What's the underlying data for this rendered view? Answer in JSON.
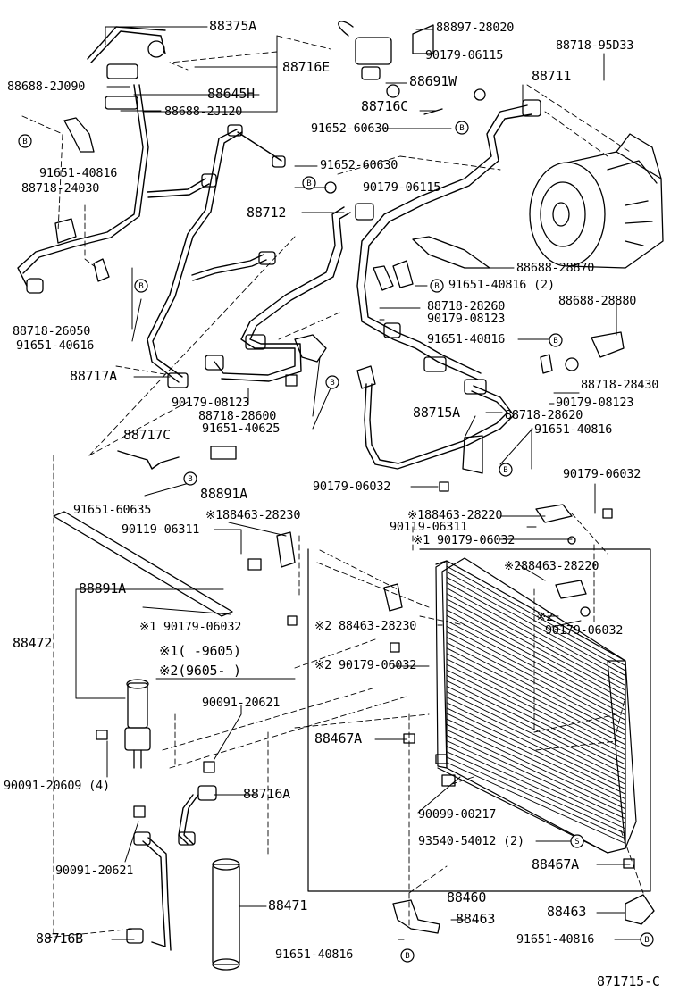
{
  "diagram_code": "871715-C",
  "notes": {
    "note1": "※1(    -9605)",
    "note2": "※2(9605-    )"
  },
  "badge_b": "B",
  "badge_s": "S",
  "labels": {
    "p88375A": "88375A",
    "p88897_28020": "88897-28020",
    "p88718_95D33": "88718-95D33",
    "p90179_06115a": "90179-06115",
    "p88716E": "88716E",
    "p88711": "88711",
    "p88688_2J090": "88688-2J090",
    "p88691W": "88691W",
    "p88645H": "88645H",
    "p88688_2J120": "88688-2J120",
    "p88716C": "88716C",
    "p91652_60630a": "91652-60630",
    "p91651_40816a": "91651-40816",
    "p88718_24030": "88718-24030",
    "p91652_60630b": "91652-60630",
    "p90179_06115b": "90179-06115",
    "p88712": "88712",
    "p88688_28870": "88688-28870",
    "p91651_40816b": "91651-40816 (2)",
    "p88718_28260": "88718-28260",
    "p88688_28880": "88688-28880",
    "p90179_08123a": "90179-08123",
    "p88718_26050": "88718-26050",
    "p91651_40616": "91651-40616",
    "p91651_40816c": "91651-40816",
    "p88717A": "88717A",
    "p88718_28430": "88718-28430",
    "p90179_08123b": "90179-08123",
    "p90179_08123c": "90179-08123",
    "p88718_28600": "88718-28600",
    "p88715A": "88715A",
    "p88718_28620": "88718-28620",
    "p91651_40625": "91651-40625",
    "p91651_40816d": "91651-40816",
    "p88717C": "88717C",
    "p90179_06032a": "90179-06032",
    "p90179_06032b": "90179-06032",
    "p91651_60635": "91651-60635",
    "p88891A_a": "88891A",
    "p188463_28230": "※188463-28230",
    "p188463_28220": "※188463-28220",
    "p90119_06311a": "90119-06311",
    "p90119_06311b": "90119-06311",
    "p1_90179_06032a": "※1 90179-06032",
    "p288463_28220": "※288463-28220",
    "p88891A_b": "88891A",
    "p2_88463_28230": "※2 88463-28230",
    "p2_a": "※2",
    "p1_90179_06032b": "※1 90179-06032",
    "p90179_06032c": "90179-06032",
    "p88472": "88472",
    "p2_90179_06032": "※2 90179-06032",
    "p90091_20621a": "90091-20621",
    "p88467A_a": "88467A",
    "p90091_20609": "90091-20609 (4)",
    "p88716A": "88716A",
    "p90099_00217": "90099-00217",
    "p90091_20621b": "90091-20621",
    "p93540_54012": "93540-54012 (2)",
    "p88467A_b": "88467A",
    "p88460": "88460",
    "p88471": "88471",
    "p88463_a": "88463",
    "p88463_b": "88463",
    "p88716B": "88716B",
    "p91651_40816e": "91651-40816",
    "p91651_40816f": "91651-40816"
  }
}
